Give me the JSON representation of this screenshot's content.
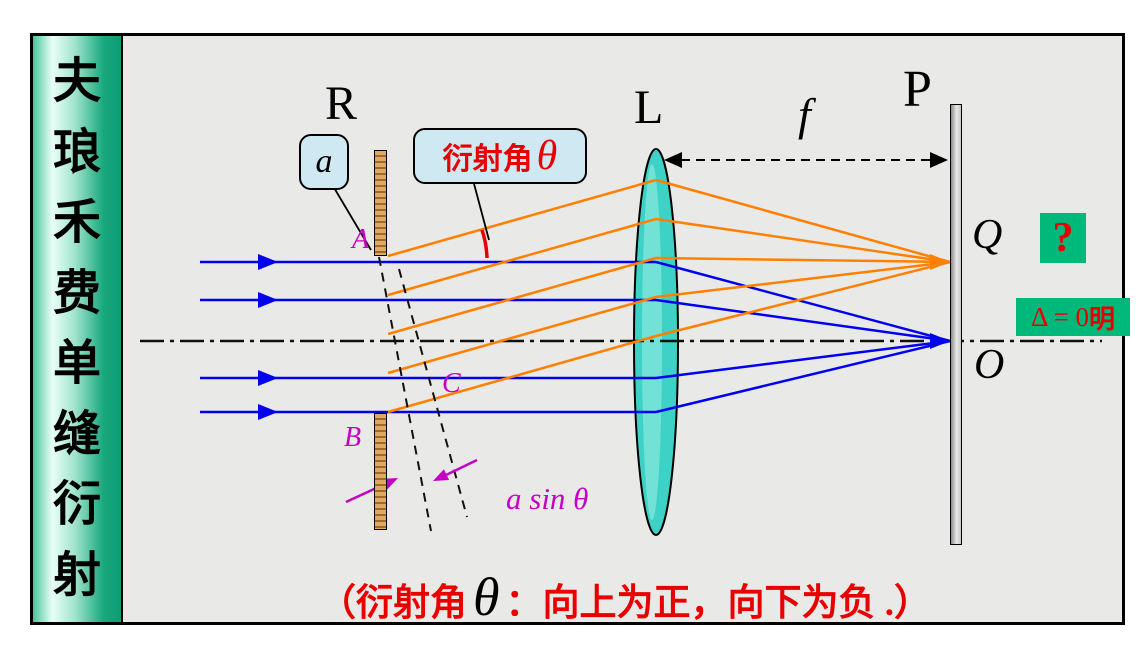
{
  "sidebar": {
    "chars": [
      "夫",
      "琅",
      "禾",
      "费",
      "单",
      "缝",
      "衍",
      "射"
    ]
  },
  "labels": {
    "slit_screen": "R",
    "lens": "L",
    "screen": "P",
    "focal_length": "f",
    "q_point": "Q",
    "o_point": "O",
    "slit_width": "a",
    "edge_a": "A",
    "edge_b": "B",
    "point_c": "C",
    "path_difference": "a sin θ"
  },
  "callouts": {
    "diffraction_angle_text": "衍射角",
    "diffraction_angle_theta": "θ",
    "question": "?",
    "delta_eq": "Δ = 0",
    "delta_bright": "明"
  },
  "footnote": {
    "pre": "（衍射角",
    "theta": "θ",
    "post": "：向上为正，向下为负 .）"
  },
  "colors": {
    "incident_ray": "#0000ee",
    "diffracted_ray": "#ff8000",
    "annotation_red": "#e80000",
    "annotation_magenta": "#c400c4",
    "highlight_green": "#00b87a",
    "callout_bg": "#cfe9f2",
    "lens_fill": "#3ed2c6",
    "sidebar_green": "#18a87d",
    "diagram_bg": "#e9e9e7"
  }
}
